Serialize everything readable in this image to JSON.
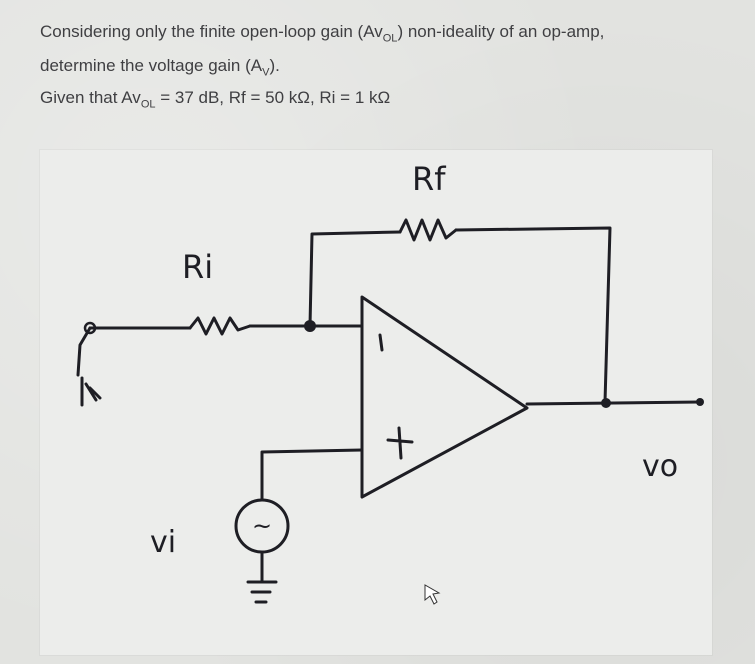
{
  "question": {
    "line1_pre": "Considering only the finite open-loop gain (Av",
    "line1_sub": "OL",
    "line1_post": ") non-ideality of an op-amp,",
    "line2_pre": "determine the voltage gain (A",
    "line2_sub": "V",
    "line2_post": ")."
  },
  "given": {
    "pre": "Given that Av",
    "sub": "OL",
    "post": " = 37 dB, Rf = 50 kΩ, Ri = 1 kΩ"
  },
  "circuit": {
    "rf_label": "Rf",
    "ri_label": "Ri",
    "minus_label": "−",
    "plus_label": "+",
    "vi_label": "vi",
    "vo_label": "vo",
    "source_symbol": "~"
  }
}
